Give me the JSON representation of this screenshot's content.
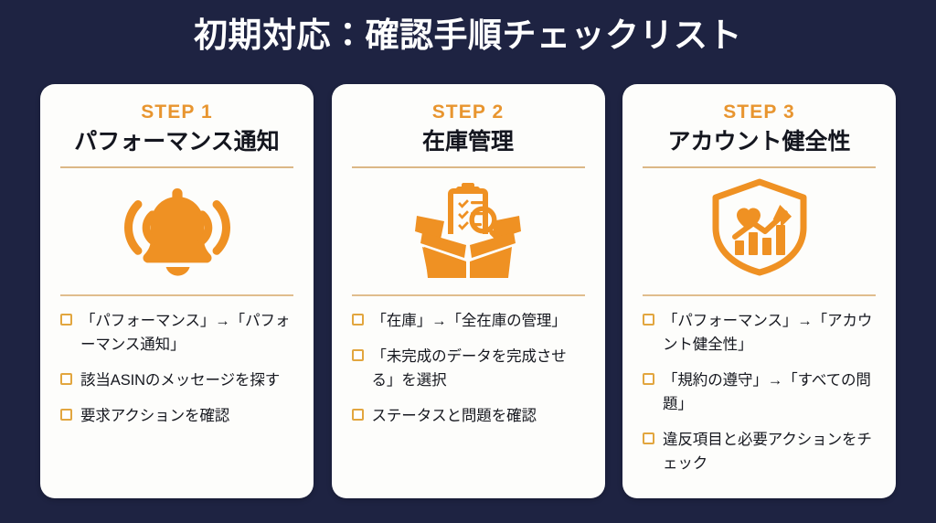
{
  "page": {
    "title": "初期対応：確認手順チェックリスト",
    "background_color": "#1e2342",
    "card_color": "#fdfdfb",
    "accent_color": "#e8952f",
    "divider_color": "#dcb887",
    "checkbox_color": "#e2a63f",
    "title_color": "#ffffff"
  },
  "cards": [
    {
      "step_label": "STEP 1",
      "title": "パフォーマンス通知",
      "icon": "ringing-bell-icon",
      "items": [
        "「パフォーマンス」→「パフォーマンス通知」",
        "該当ASINのメッセージを探す",
        "要求アクションを確認"
      ]
    },
    {
      "step_label": "STEP 2",
      "title": "在庫管理",
      "icon": "open-box-clipboard-magnifier-icon",
      "items": [
        "「在庫」→「全在庫の管理」",
        "「未完成のデータを完成させる」を選択",
        "ステータスと問題を確認"
      ]
    },
    {
      "step_label": "STEP 3",
      "title": "アカウント健全性",
      "icon": "shield-heart-chart-icon",
      "items": [
        "「パフォーマンス」→「アカウント健全性」",
        "「規約の遵守」→「すべての問題」",
        "違反項目と必要アクションをチェック"
      ]
    }
  ]
}
